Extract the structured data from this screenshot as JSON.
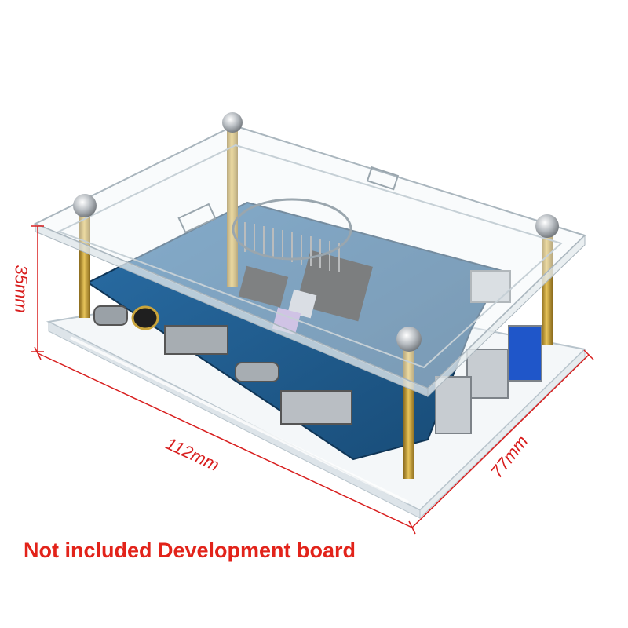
{
  "dimensions": {
    "height": "35mm",
    "length": "112mm",
    "width": "77mm"
  },
  "notice": "Not included Development board",
  "colors": {
    "dimension_red": "#d81e1e",
    "notice_red": "#e2231a",
    "board_blue": "#1f5c8f",
    "brass": "#c9a43b",
    "acrylic_edge": "#b8c4cc"
  }
}
